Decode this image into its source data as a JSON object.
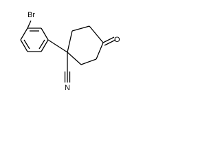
{
  "molecule": {
    "labels": {
      "bromine": "Br",
      "oxygen": "O",
      "nitrile": "N"
    }
  }
}
